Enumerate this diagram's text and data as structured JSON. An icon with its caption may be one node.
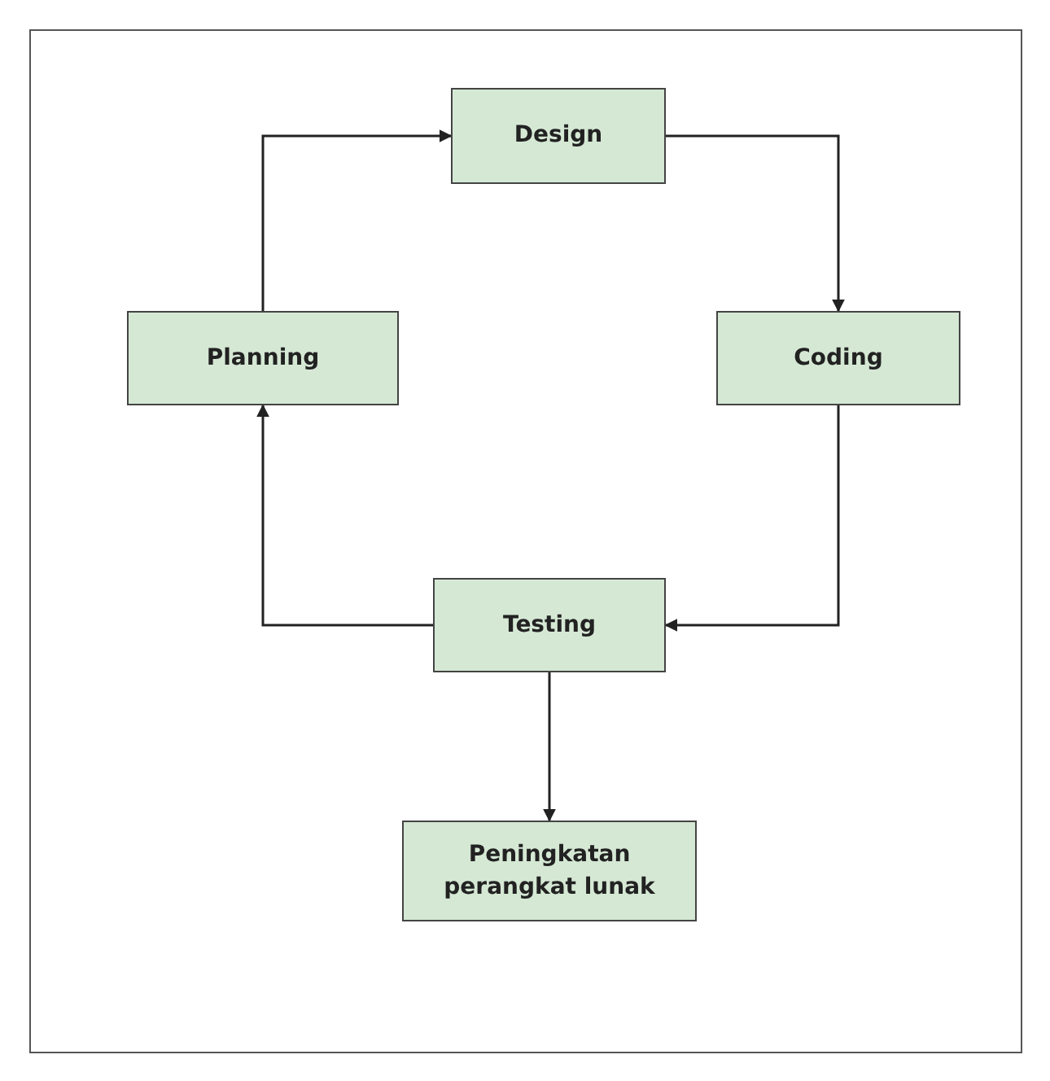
{
  "diagram": {
    "nodes": [
      {
        "text": [
          "Design"
        ]
      },
      {
        "text": [
          "Planning"
        ]
      },
      {
        "text": [
          "Coding"
        ]
      },
      {
        "text": [
          "Testing"
        ]
      },
      {
        "text": [
          "Peningkatan perangkat lunak"
        ]
      }
    ],
    "edges": [
      {
        "from": 1,
        "to": 0,
        "arrow": "to"
      },
      {
        "from": 0,
        "to": 2,
        "arrow": "to"
      },
      {
        "from": 2,
        "to": 3,
        "arrow": "to"
      },
      {
        "from": 3,
        "to": 1,
        "arrow": "to"
      },
      {
        "from": 3,
        "to": 4,
        "arrow": "to"
      }
    ]
  }
}
